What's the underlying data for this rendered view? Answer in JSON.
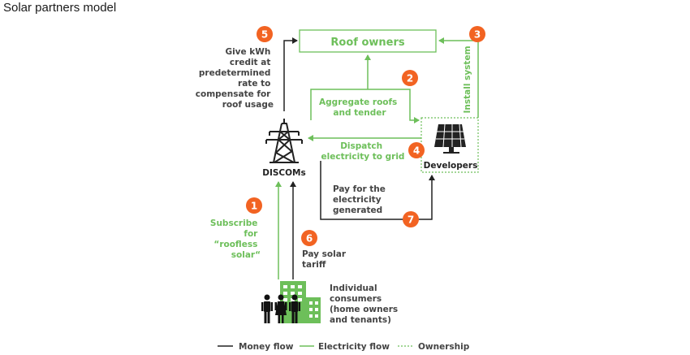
{
  "title": "Solar partners model",
  "colors": {
    "green": "#6dbf5a",
    "dark": "#222222",
    "orange": "#f26322"
  },
  "nodes": {
    "roof_owners": "Roof owners",
    "discoms": "DISCOMs",
    "developers": "Developers",
    "consumers": [
      "Individual",
      "consumers",
      "(home owners",
      "and tenants)"
    ]
  },
  "steps": {
    "s1": {
      "num": "1",
      "lines": [
        "Subscribe",
        "for",
        "“roofless",
        "solar“"
      ]
    },
    "s2": {
      "num": "2",
      "lines": [
        "Aggregate roofs",
        "and tender"
      ]
    },
    "s3": {
      "num": "3",
      "text": "Install system"
    },
    "s4": {
      "num": "4",
      "lines": [
        "Dispatch",
        "electricity to grid"
      ]
    },
    "s5": {
      "num": "5",
      "lines": [
        "Give kWh",
        "credit at",
        "predetermined",
        "rate to",
        "compensate for",
        "roof usage"
      ]
    },
    "s6": {
      "num": "6",
      "lines": [
        "Pay solar",
        "tariff"
      ]
    },
    "s7": {
      "num": "7",
      "lines": [
        "Pay for the",
        "electricity",
        "generated"
      ]
    }
  },
  "legend": {
    "money": "Money flow",
    "electricity": "Electricity flow",
    "ownership": "Ownership"
  }
}
